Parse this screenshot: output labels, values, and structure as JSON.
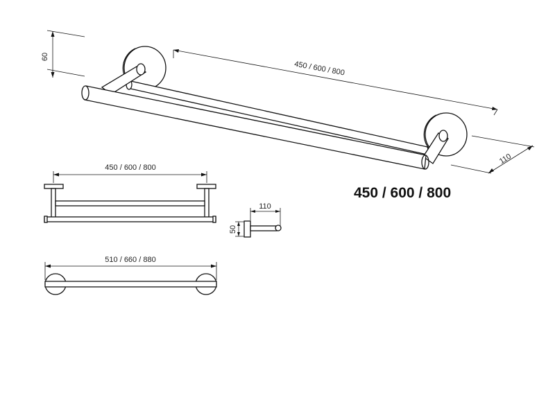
{
  "iso_view": {
    "height_dim": "60",
    "length_dim": "450 / 600 / 800",
    "depth_dim": "110"
  },
  "size_label": "450 / 600 / 800",
  "front_view": {
    "width_dim": "450 / 600 / 800"
  },
  "side_view": {
    "depth_dim": "110",
    "height_dim": "50"
  },
  "top_view": {
    "overall_dim": "510 / 660 / 880"
  }
}
